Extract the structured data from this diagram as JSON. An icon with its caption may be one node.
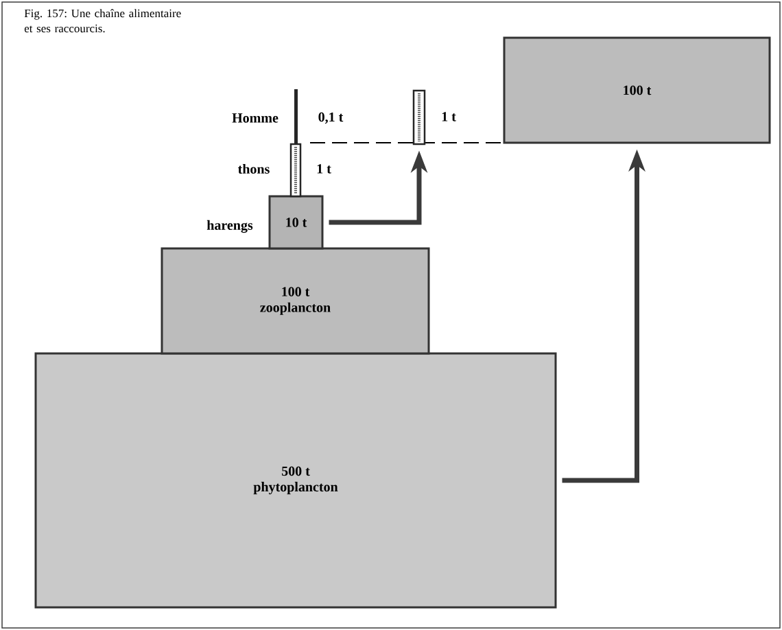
{
  "diagram": {
    "caption": "Fig. 157: Une chaîne alimentaire et ses raccourcis.",
    "nodes": [
      {
        "text": [
          "500 t",
          "phytoplancton"
        ]
      },
      {
        "text": [
          "100 t",
          "zooplancton"
        ]
      },
      {
        "text": [
          "10 t"
        ],
        "beside": [
          "harengs"
        ]
      },
      {
        "text": [],
        "shape": "bar",
        "beside": [
          "thons",
          "1 t"
        ]
      },
      {
        "text": [],
        "shape": "bar",
        "beside": [
          "Homme",
          "0,1 t"
        ]
      },
      {
        "text": [],
        "shape": "bar",
        "beside": [
          "1 t"
        ]
      },
      {
        "text": [
          "100 t"
        ]
      }
    ],
    "edges": [
      {
        "from": 2,
        "to": 5,
        "arrow": "to"
      },
      {
        "from": 0,
        "to": 6,
        "arrow": "to"
      }
    ]
  }
}
